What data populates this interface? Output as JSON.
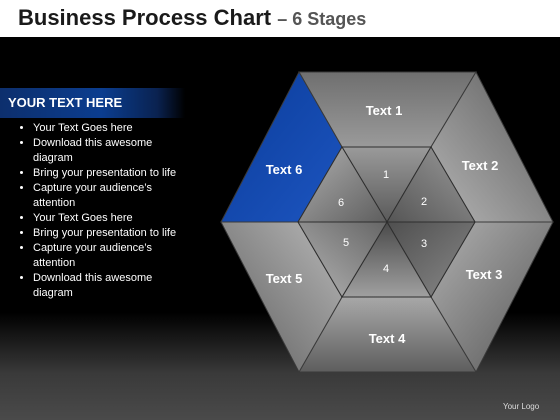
{
  "title": {
    "main": "Business Process Chart",
    "sub": "– 6 Stages"
  },
  "sidebar": {
    "header": "YOUR TEXT HERE",
    "bullets": [
      "Your Text Goes here",
      "Download this awesome diagram",
      "Bring your presentation to life",
      "Capture your audience’s attention",
      "Your Text Goes here",
      "Bring your presentation to life",
      "Capture your audience’s attention",
      "Download this awesome diagram"
    ]
  },
  "diagram": {
    "outer_labels": [
      "Text 1",
      "Text 2",
      "Text 3",
      "Text 4",
      "Text 5",
      "Text 6"
    ],
    "inner_numbers": [
      "1",
      "2",
      "3",
      "4",
      "5",
      "6"
    ],
    "highlight_stage": 6,
    "highlight_color": "#0a3f9e"
  },
  "footer": {
    "logo": "Your Logo"
  }
}
